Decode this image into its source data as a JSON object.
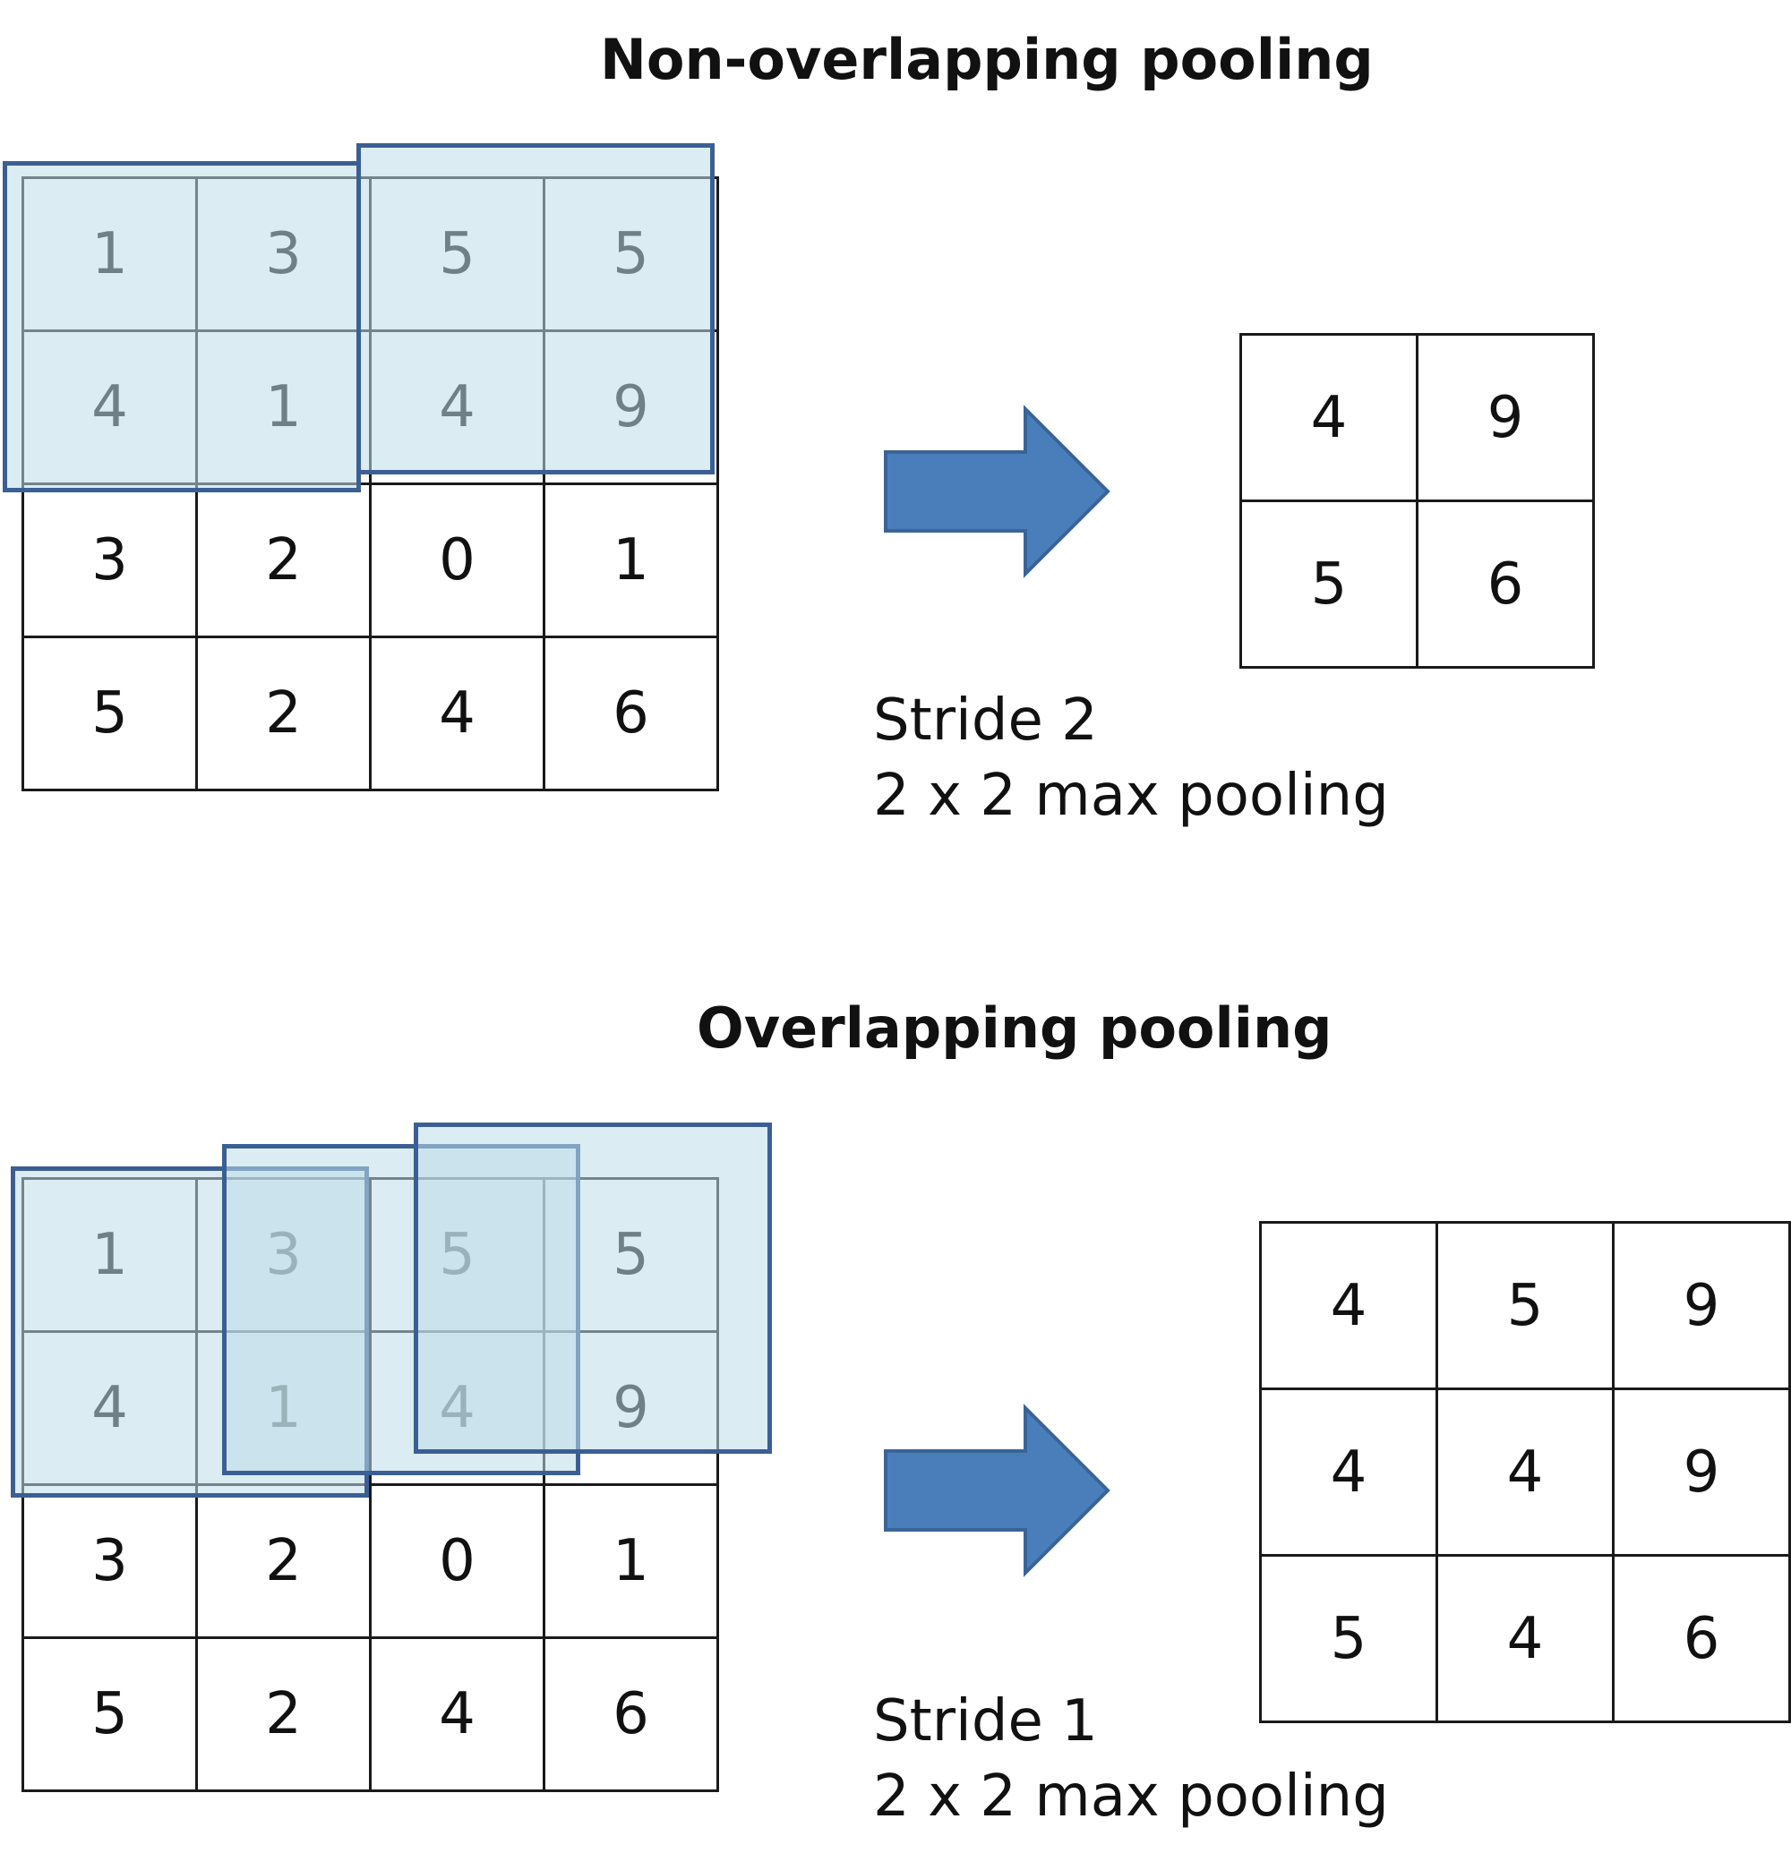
{
  "colors": {
    "window_border": "#3b5f94",
    "window_fill": "#bedde8",
    "arrow_fill": "#4a7ebb",
    "arrow_stroke": "#3a6497",
    "grid_line": "#1a1a1a"
  },
  "sections": [
    {
      "title": "Non-overlapping pooling",
      "input_grid": [
        [
          "1",
          "3",
          "5",
          "5"
        ],
        [
          "4",
          "1",
          "4",
          "9"
        ],
        [
          "3",
          "2",
          "0",
          "1"
        ],
        [
          "5",
          "2",
          "4",
          "6"
        ]
      ],
      "stride_label": "Stride 2",
      "pool_label": "2 x 2 max pooling",
      "output_grid": [
        [
          "4",
          "9"
        ],
        [
          "5",
          "6"
        ]
      ],
      "arrow_icon": "right-arrow-icon"
    },
    {
      "title": "Overlapping pooling",
      "input_grid": [
        [
          "1",
          "3",
          "5",
          "5"
        ],
        [
          "4",
          "1",
          "4",
          "9"
        ],
        [
          "3",
          "2",
          "0",
          "1"
        ],
        [
          "5",
          "2",
          "4",
          "6"
        ]
      ],
      "stride_label": "Stride 1",
      "pool_label": "2 x 2 max pooling",
      "output_grid": [
        [
          "4",
          "5",
          "9"
        ],
        [
          "4",
          "4",
          "9"
        ],
        [
          "5",
          "4",
          "6"
        ]
      ],
      "arrow_icon": "right-arrow-icon"
    }
  ]
}
